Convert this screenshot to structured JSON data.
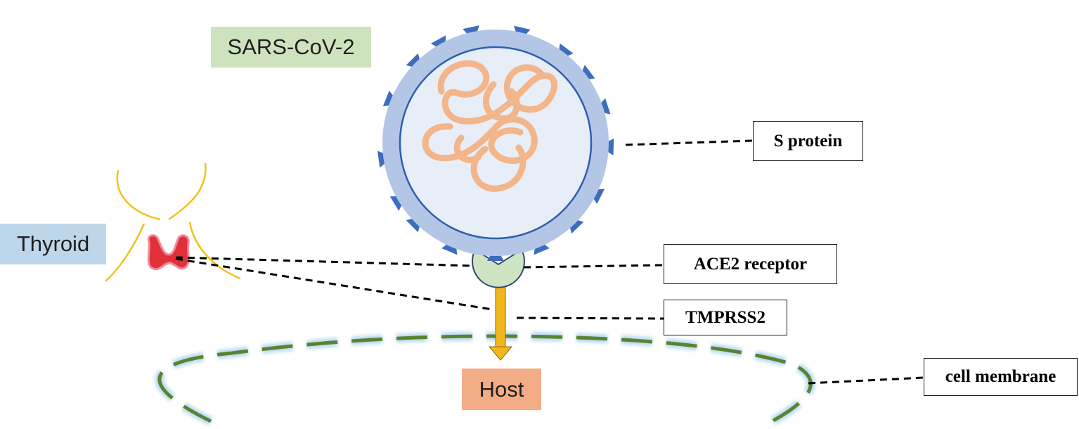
{
  "labels": {
    "virus": "SARS-CoV-2",
    "thyroid": "Thyroid",
    "host": "Host",
    "s_protein": "S protein",
    "ace2": "ACE2 receptor",
    "tmprss2": "TMPRSS2",
    "cell_membrane": "cell membrane"
  },
  "colors": {
    "virus_tag": "#cde3bd",
    "thyroid_tag": "#bed6ea",
    "host_tag": "#f3ad86",
    "virus_shell": "#b3c6e6",
    "virus_core": "#e8eef7",
    "spike": "#3d6dbd",
    "rna": "#f3b58a",
    "ace2_receptor": "#cfe4c2",
    "tmprss2_bar": "#f3b61b",
    "membrane": "#5a8330",
    "membrane_glow": "#bcdcf2",
    "neck_outline": "#f1c21b",
    "thyroid_gland": "#e0303a"
  },
  "icons": [
    "virus-icon",
    "thyroid-gland-icon",
    "ace2-receptor-icon",
    "tmprss2-arrow-icon",
    "cell-membrane-icon"
  ]
}
